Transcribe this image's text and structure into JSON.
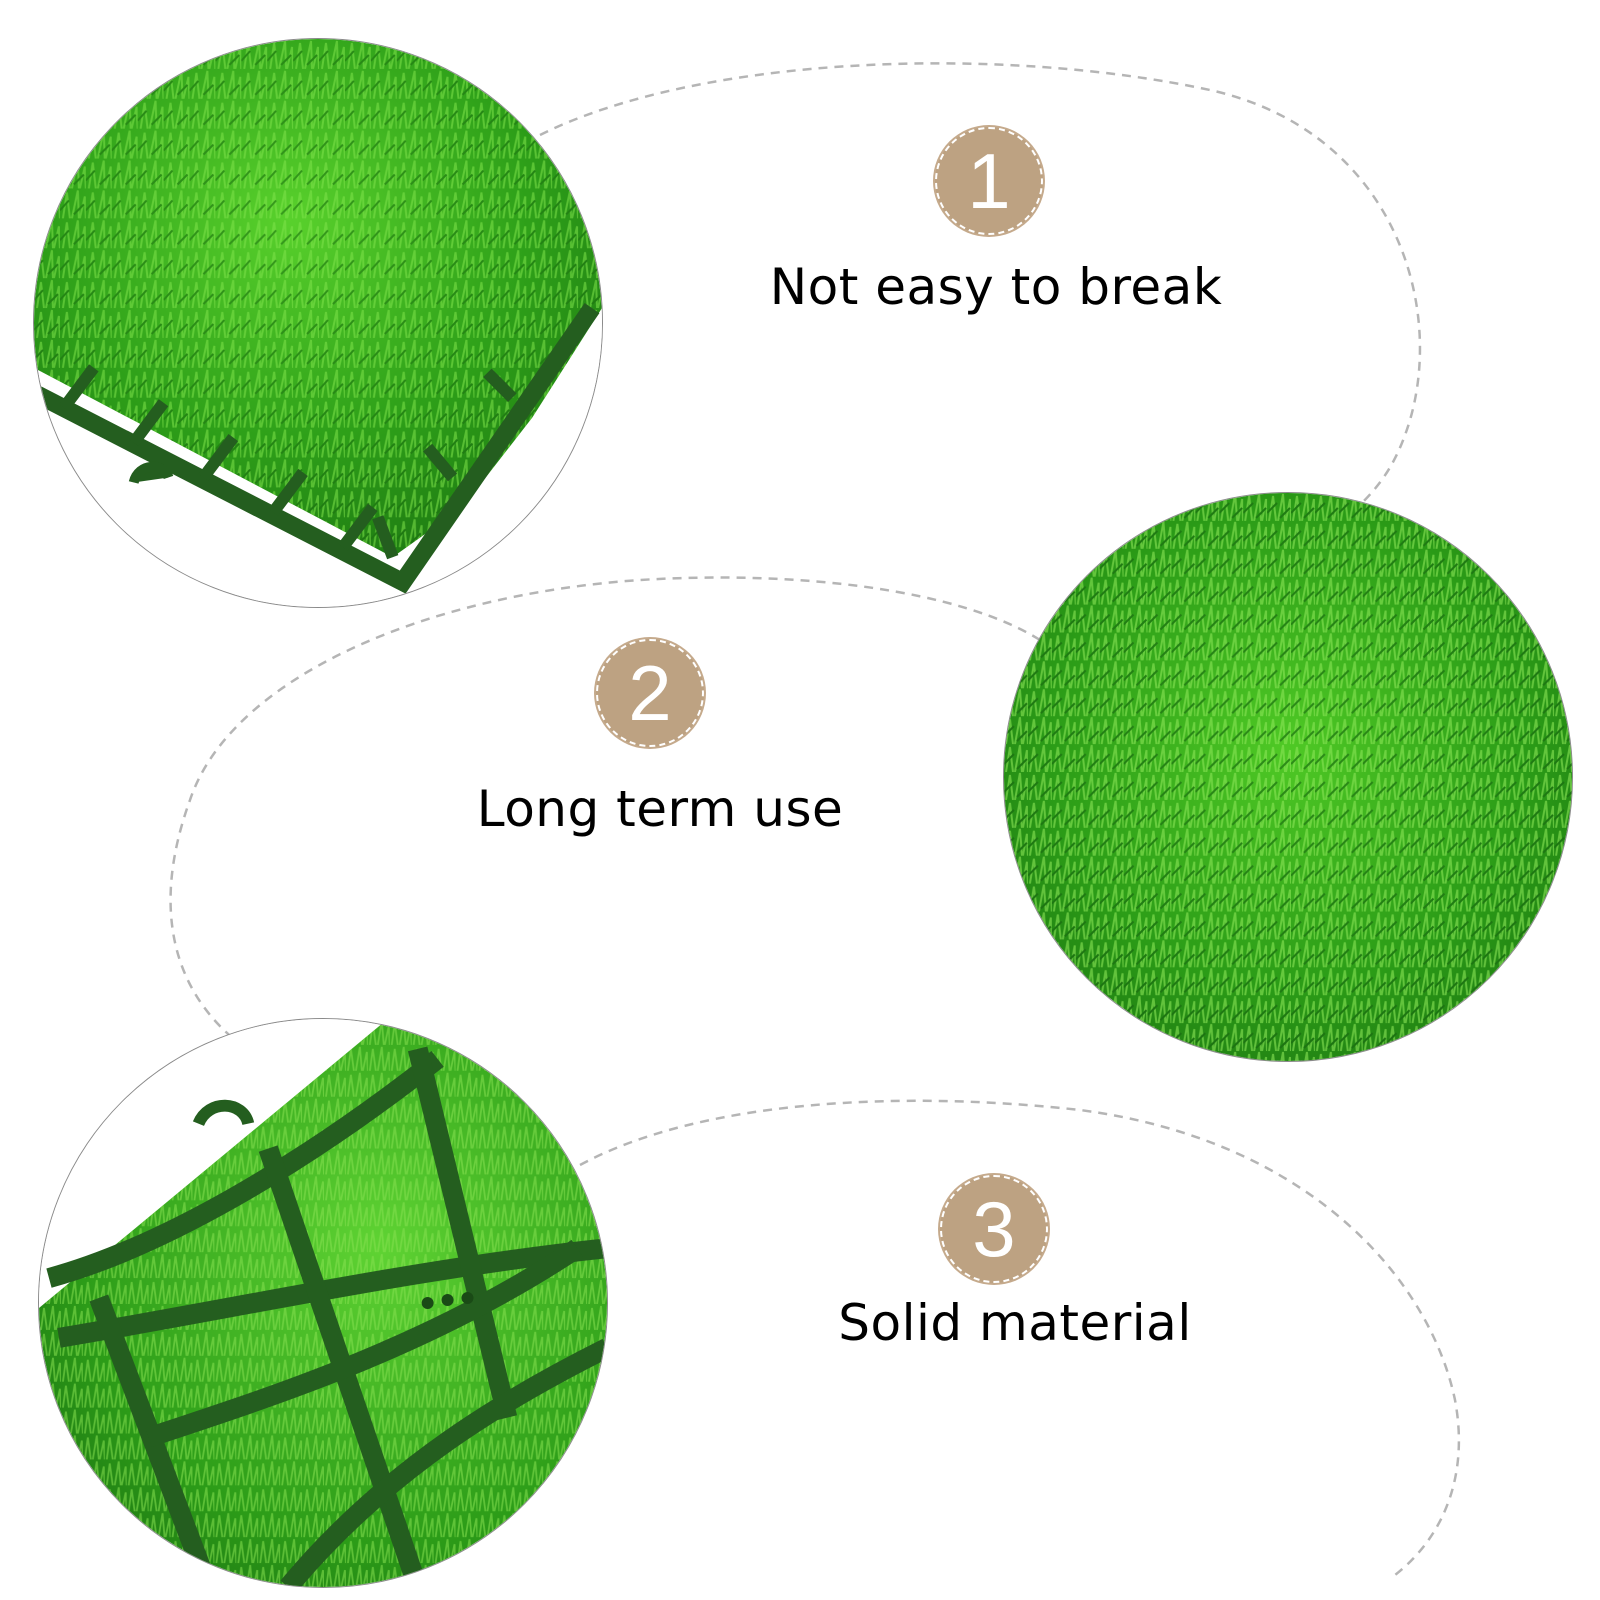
{
  "accent_color": "#bda282",
  "features": [
    {
      "number": "1",
      "label": "Not easy to break"
    },
    {
      "number": "2",
      "label": "Long term use"
    },
    {
      "number": "3",
      "label": "Solid material"
    }
  ],
  "photos": [
    {
      "subject": "artificial grass mat corner with plastic grid backing"
    },
    {
      "subject": "artificial grass mat top view"
    },
    {
      "subject": "plastic grid backing of artificial grass mat"
    }
  ]
}
